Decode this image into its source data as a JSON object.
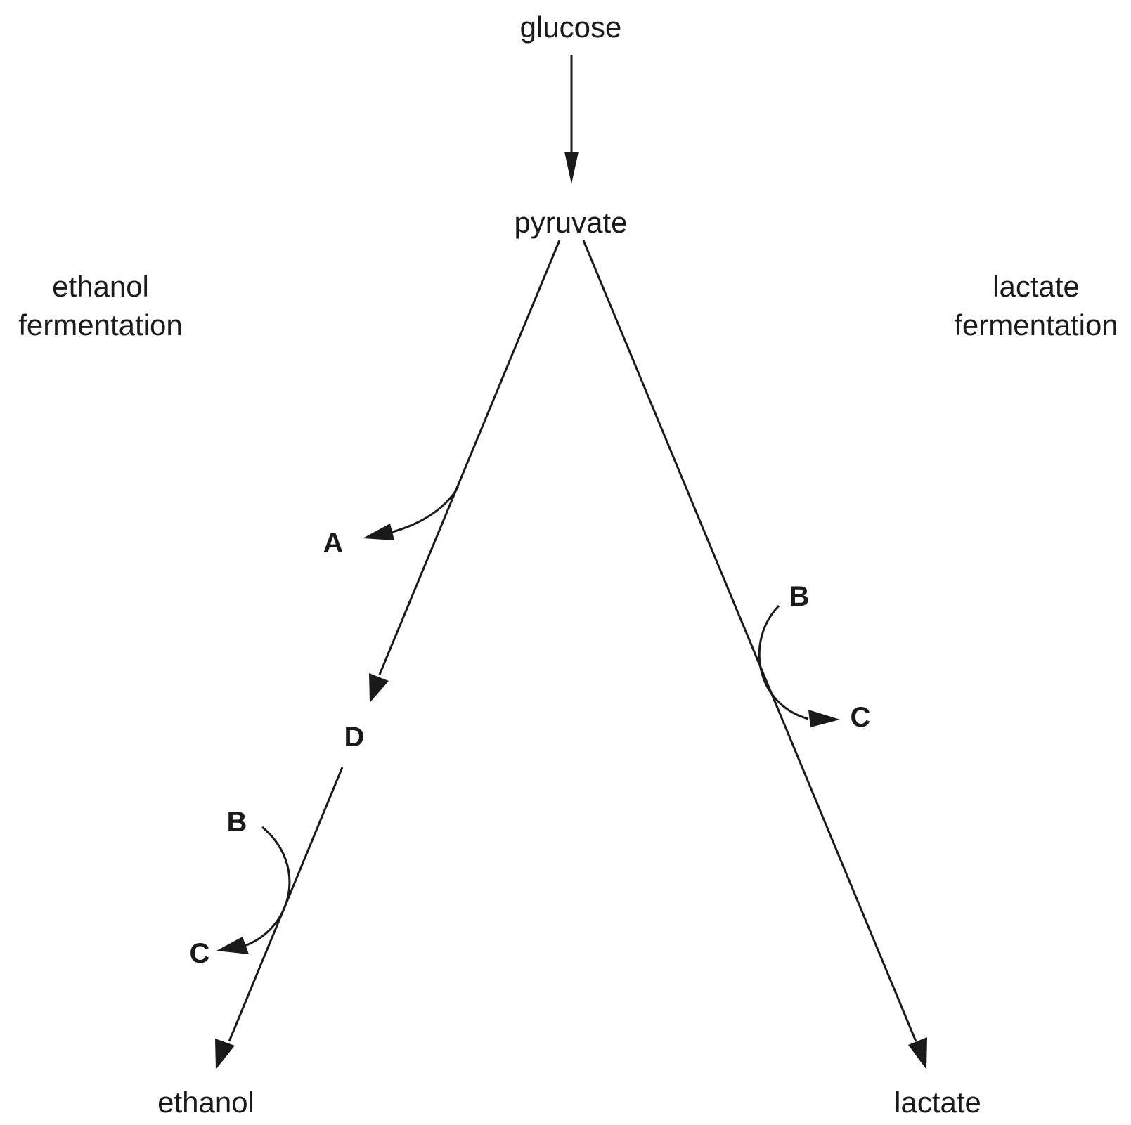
{
  "metabolites": {
    "glucose": "glucose",
    "pyruvate": "pyruvate",
    "ethanol": "ethanol",
    "lactate": "lactate"
  },
  "processes": {
    "ethanol_fermentation": {
      "line1": "ethanol",
      "line2": "fermentation"
    },
    "lactate_fermentation": {
      "line1": "lactate",
      "line2": "fermentation"
    }
  },
  "letters": {
    "A": "A",
    "B": "B",
    "C": "C",
    "D": "D"
  },
  "colors": {
    "ink": "#1a1a1a",
    "background": "#ffffff"
  }
}
